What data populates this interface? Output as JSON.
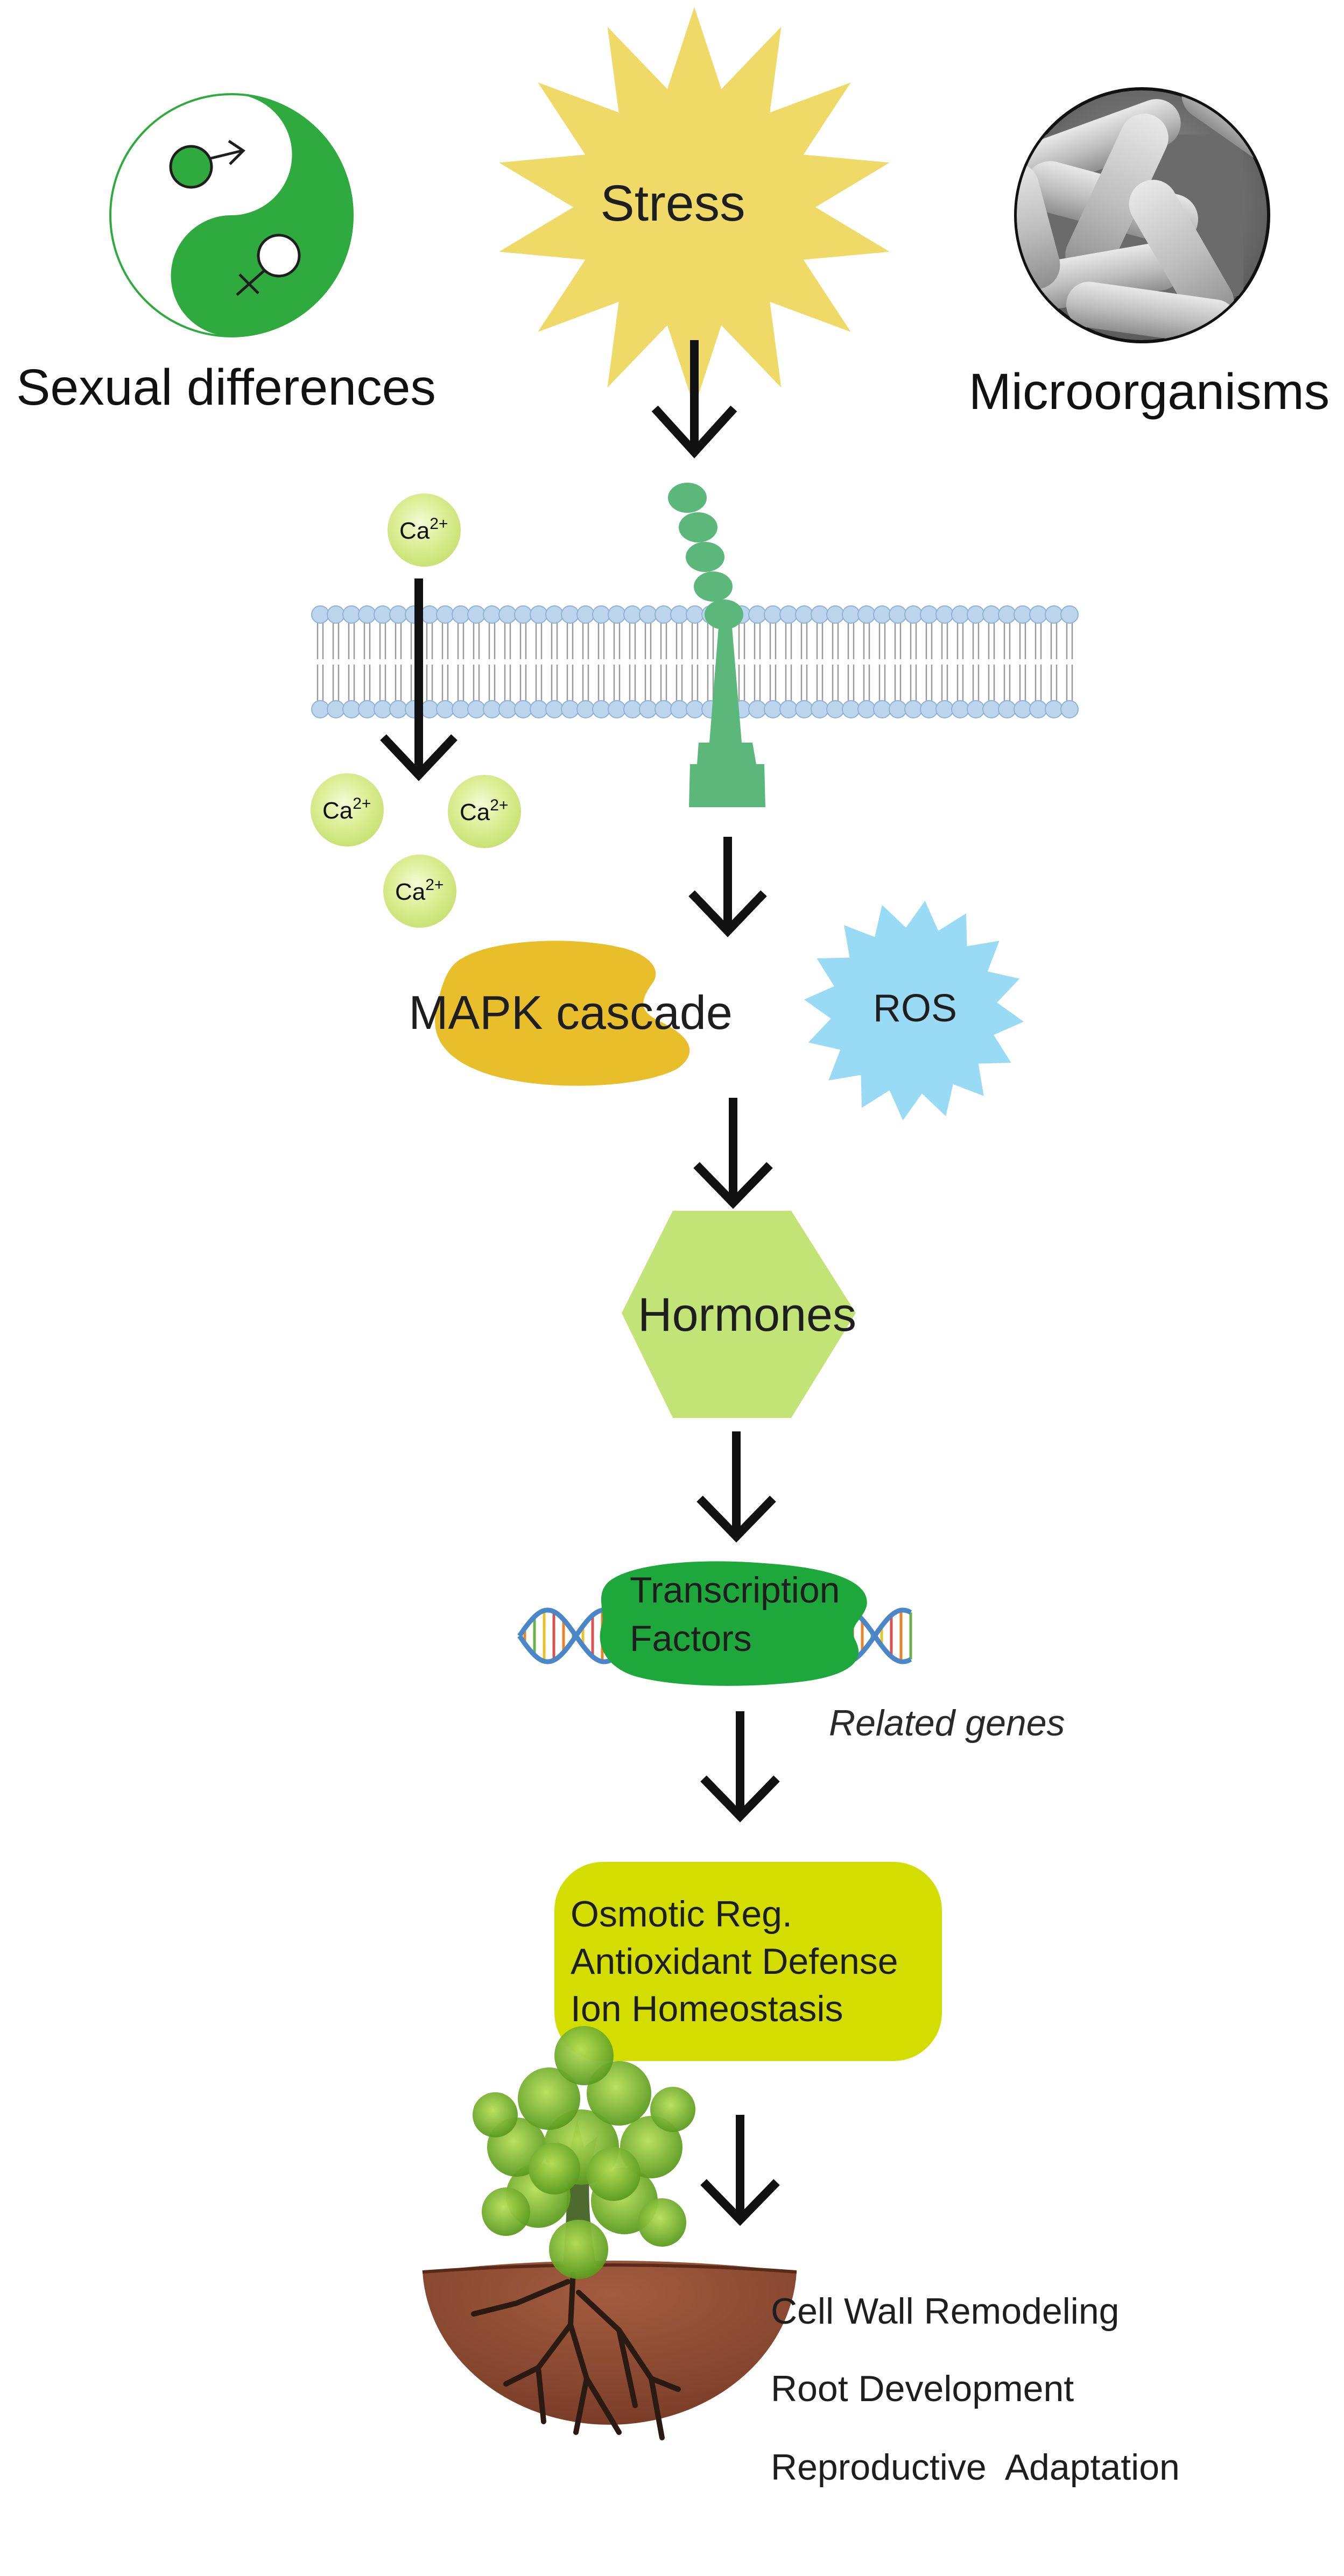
{
  "diagram": {
    "top": {
      "sexual_differences_label": "Sexual differences",
      "stress_label": "Stress",
      "microorganisms_label": "Microorganisms"
    },
    "membrane": {
      "calcium_ion_label": "Ca",
      "calcium_ion_charge": "2+"
    },
    "pathway": {
      "mapk_label": "MAPK cascade",
      "ros_label": "ROS",
      "hormones_label": "Hormones",
      "tf_line1": "Transcription",
      "tf_line2": "Factors",
      "related_genes_label": "Related genes",
      "responses": [
        "Osmotic Reg.",
        "Antioxidant Defense",
        "Ion Homeostasis"
      ],
      "outcomes": [
        "Cell Wall Remodeling",
        "Root Development",
        "Reproductive  Adaptation"
      ]
    },
    "colors": {
      "stress_yellow": "#efd967",
      "yinyang_green": "#2eaa3e",
      "receptor_green": "#5cb87a",
      "membrane_blue": "#bcd4ec",
      "ca_sphere": "#d9ec8c",
      "mapk_gold": "#e8bf2a",
      "ros_blue": "#99daf5",
      "hormone_green": "#c2e477",
      "tf_green": "#1ea83b",
      "response_box": "#d3dd00",
      "soil_brown": "#8b4a33"
    },
    "icons": [
      "yin-yang-icon",
      "male-symbol-icon",
      "female-symbol-icon",
      "stress-burst-icon",
      "microorganisms-icon",
      "receptor-icon",
      "membrane-icon",
      "calcium-ion-icon",
      "ros-burst-icon",
      "dna-helix-icon",
      "tree-icon",
      "soil-icon"
    ]
  }
}
